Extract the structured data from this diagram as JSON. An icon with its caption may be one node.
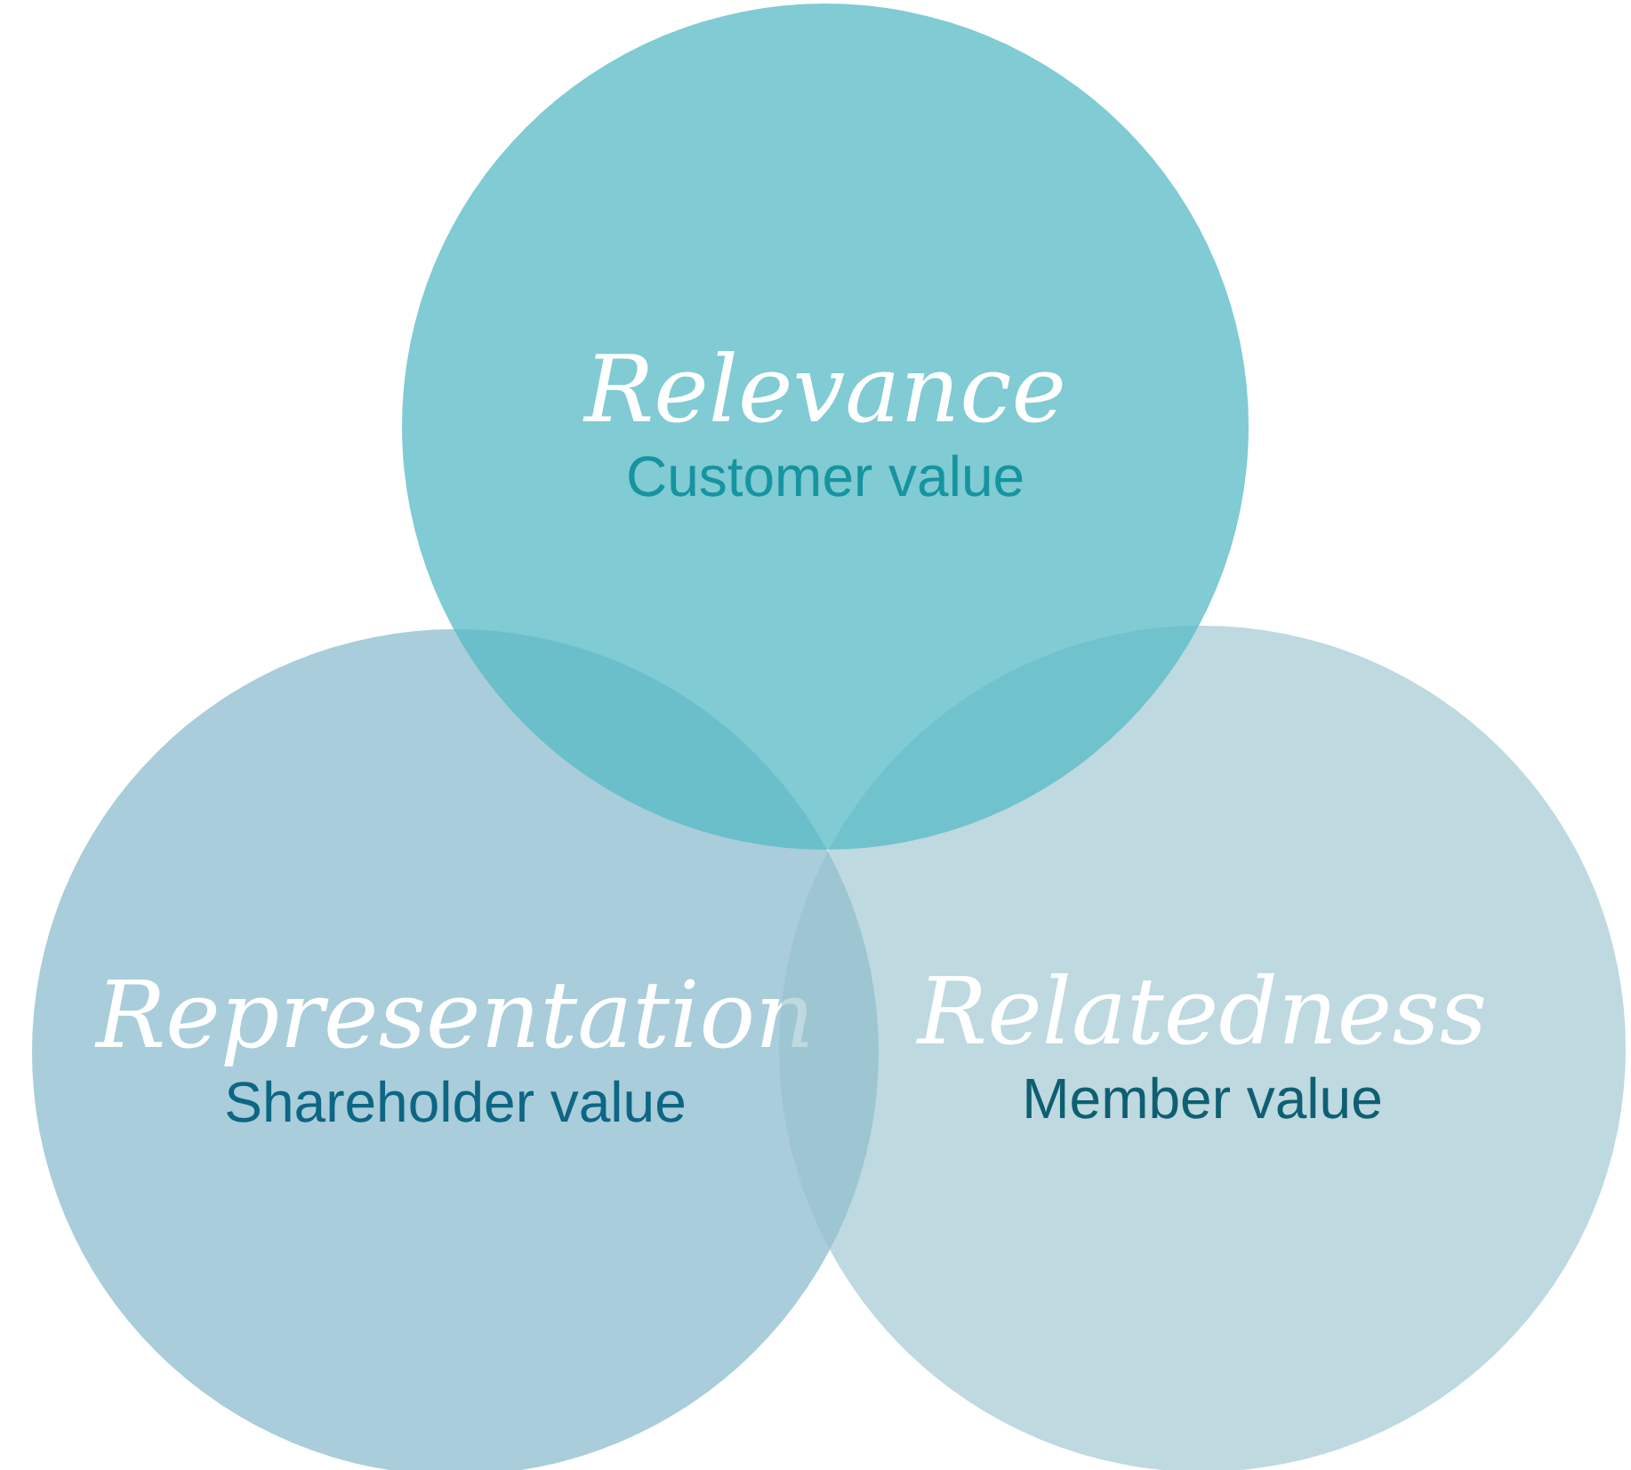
{
  "diagram": {
    "nodes": [
      {
        "text": [
          "Relevance",
          "Customer value"
        ]
      },
      {
        "text": [
          "Representation",
          "Shareholder value"
        ]
      },
      {
        "text": [
          "Relatedness",
          "Member value"
        ]
      }
    ]
  }
}
